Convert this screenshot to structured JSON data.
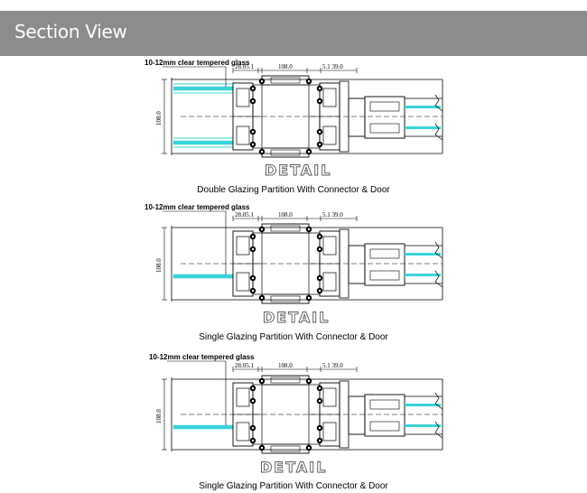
{
  "header": {
    "title": "Section View",
    "bg_color": "#8c8c8c"
  },
  "glass_color": "#38d4d9",
  "detail_word": "DETAIL",
  "dimensions": {
    "d1": "28.05.1",
    "d2": "108.0",
    "d3": "5.1 39.0",
    "height": "108.0"
  },
  "panels": [
    {
      "glass_label": "10-12mm clear tempered glass",
      "glazing": "double",
      "caption": "Double Glazing Partition With Connector & Door"
    },
    {
      "glass_label": "10-12mm clear tempered glass",
      "glazing": "single",
      "caption": "Single Glazing Partition With Connector & Door"
    },
    {
      "glass_label": "10-12mm clear tempered glass",
      "glazing": "single",
      "caption": "Single Glazing Partition With Connector & Door"
    }
  ]
}
